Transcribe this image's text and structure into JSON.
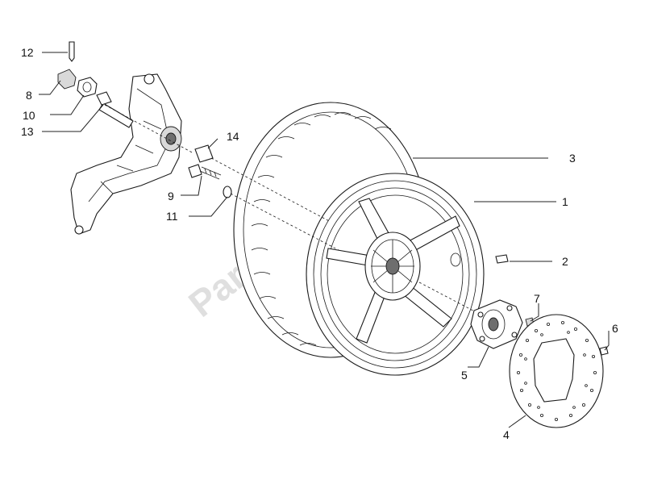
{
  "watermark": "PartsRepublik",
  "callouts": [
    {
      "id": "1",
      "label": "1"
    },
    {
      "id": "2",
      "label": "2"
    },
    {
      "id": "3",
      "label": "3"
    },
    {
      "id": "4",
      "label": "4"
    },
    {
      "id": "5",
      "label": "5"
    },
    {
      "id": "6",
      "label": "6"
    },
    {
      "id": "7",
      "label": "7"
    },
    {
      "id": "8",
      "label": "8"
    },
    {
      "id": "9",
      "label": "9"
    },
    {
      "id": "10",
      "label": "10"
    },
    {
      "id": "11",
      "label": "11"
    },
    {
      "id": "12",
      "label": "12"
    },
    {
      "id": "13",
      "label": "13"
    },
    {
      "id": "14",
      "label": "14"
    }
  ]
}
